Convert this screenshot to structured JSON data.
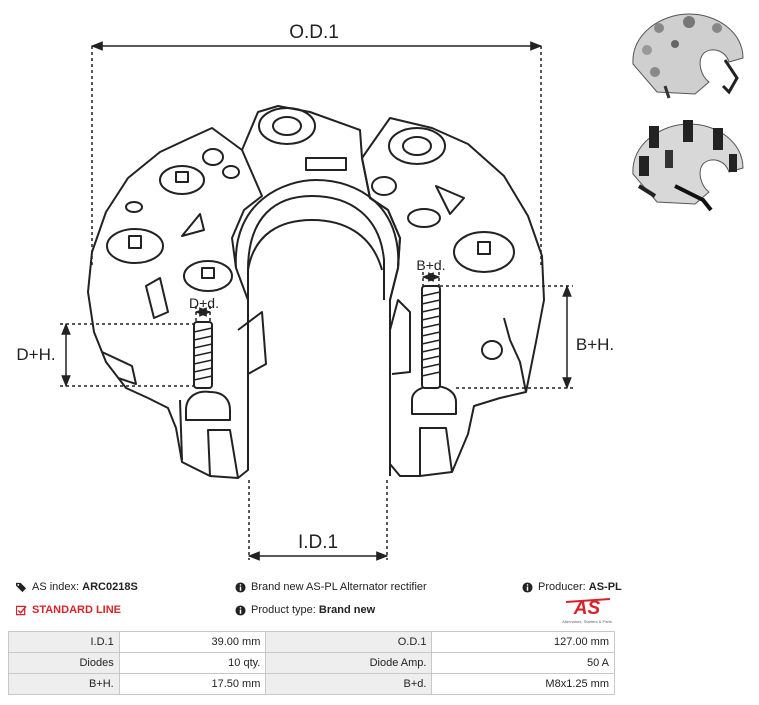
{
  "dimensions": {
    "od1": "O.D.1",
    "id1": "I.D.1",
    "dh": "D+H.",
    "bh": "B+H.",
    "dd": "D+d.",
    "bd": "B+d."
  },
  "info": {
    "as_index_label": "AS index:",
    "as_index_value": "ARC0218S",
    "standard_line": "STANDARD LINE",
    "description": "Brand new AS-PL Alternator rectifier",
    "product_type_label": "Product type:",
    "product_type_value": "Brand new",
    "producer_label": "Producer:",
    "producer_value": "AS-PL"
  },
  "logo": {
    "text": "AS",
    "tagline": "Alternators, Starters & Parts",
    "color": "#d8232a"
  },
  "specs": [
    {
      "l1": "I.D.1",
      "v1": "39.00 mm",
      "l2": "O.D.1",
      "v2": "127.00 mm"
    },
    {
      "l1": "Diodes",
      "v1": "10 qty.",
      "l2": "Diode Amp.",
      "v2": "50 A"
    },
    {
      "l1": "B+H.",
      "v1": "17.50 mm",
      "l2": "B+d.",
      "v2": "M8x1.25 mm"
    }
  ]
}
